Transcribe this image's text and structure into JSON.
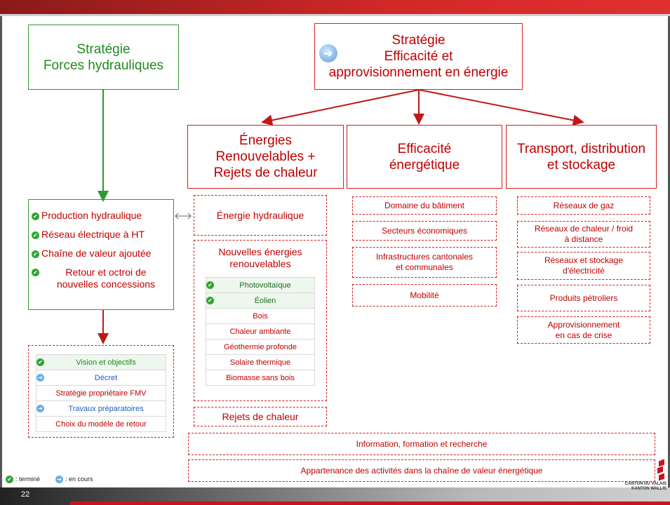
{
  "page_number": "22",
  "strategy_hydro": {
    "line1": "Stratégie",
    "line2": "Forces hydrauliques"
  },
  "strategy_main": {
    "line1": "Stratégie",
    "line2": "Efficacité et",
    "line3": "approvisionnement en énergie"
  },
  "columns": {
    "renewables": {
      "line1": "Énergies",
      "line2": "Renouvelables +",
      "line3": "Rejets de chaleur"
    },
    "efficiency": {
      "line1": "Efficacité",
      "line2": "énergétique"
    },
    "transport": {
      "line1": "Transport, distribution",
      "line2": "et stockage"
    }
  },
  "hydro_items": [
    "Production hydraulique",
    "Réseau électrique à HT",
    "Chaîne de valeur ajoutée",
    "Retour et octroi de",
    "nouvelles concessions"
  ],
  "hydro_subtasks": [
    "Vision et objectifs",
    "Décret",
    "Stratégie propriétaire FMV",
    "Travaux préparatoires",
    "Choix du modèle de retour"
  ],
  "renewables_items": {
    "hydro": "Énergie hydraulique",
    "new_title1": "Nouvelles énergies",
    "new_title2": "renouvelables",
    "new_list": [
      "Photovoltaïque",
      "Éolien",
      "Bois",
      "Chaleur ambiante",
      "Géothermie profonde",
      "Solaire thermique",
      "Biomasse sans bois"
    ],
    "heat": "Rejets de chaleur"
  },
  "efficiency_items": [
    "Domaine du bâtiment",
    "Secteurs économiques",
    "Infrastructures cantonales",
    "et communales",
    "Mobilité"
  ],
  "transport_items": [
    "Réseaux de gaz",
    "Réseaux de chaleur / froid",
    "à distance",
    "Réseaux et stockage",
    "d'électricité",
    "Produits pétroliers",
    "Approvisionnement",
    "en cas de crise"
  ],
  "bottom_rows": [
    "Information, formation et recherche",
    "Appartenance des activités dans la chaîne de valeur énergétique"
  ],
  "legend": {
    "done": ": terminé",
    "in_progress": ": en cours"
  },
  "logo": {
    "line1": "CANTON DU VALAIS",
    "line2": "KANTON WALLIS"
  },
  "icons": {
    "done": "check-circle-icon",
    "in_progress": "arrow-circle-icon"
  },
  "colors": {
    "green": "#2e9a2e",
    "red": "#d21e1e",
    "blue": "#1f5fc0"
  }
}
